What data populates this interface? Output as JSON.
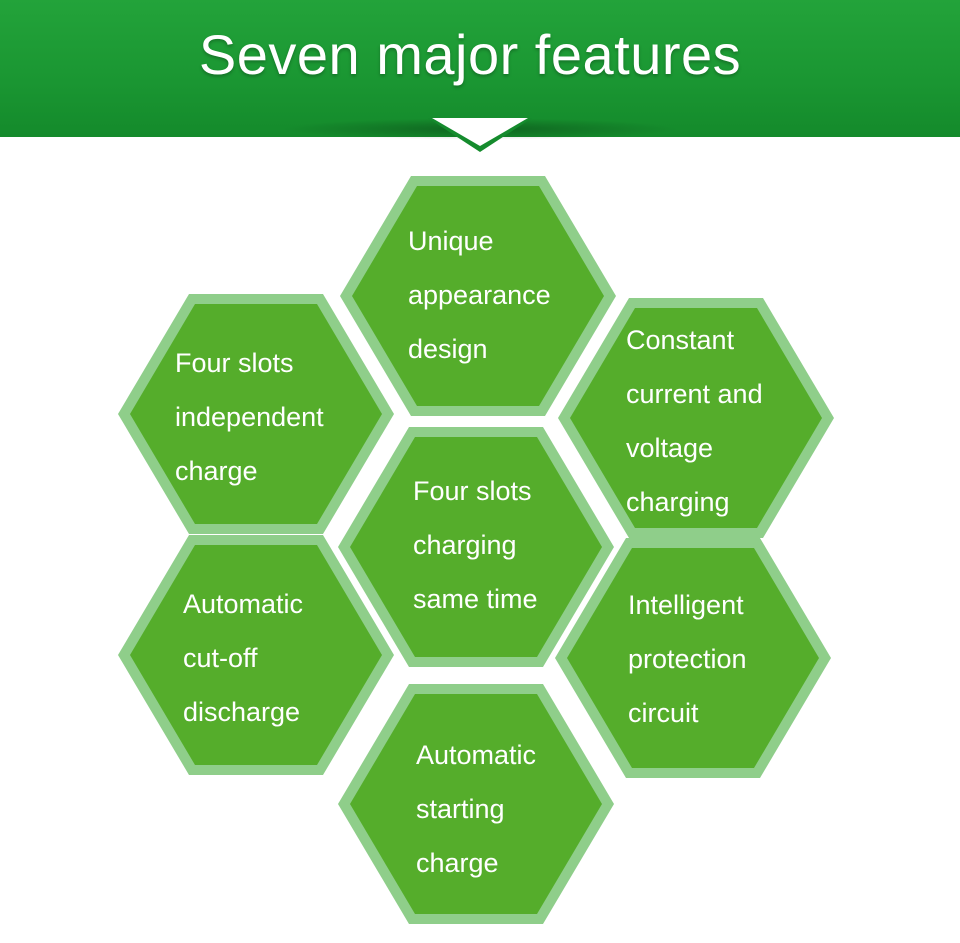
{
  "header": {
    "title": "Seven major features"
  },
  "colors": {
    "banner": "#1a9632",
    "hex_border": "#8fce8a",
    "hex_fill": "#55ad2b",
    "text": "#ffffff"
  },
  "features": [
    {
      "id": "top",
      "text": "Unique\nappearance\ndesign"
    },
    {
      "id": "upper-left",
      "text": "Four slots\nindependent\ncharge"
    },
    {
      "id": "upper-right",
      "text": "Constant\ncurrent and\nvoltage\n charging"
    },
    {
      "id": "center",
      "text": "Four slots\ncharging\nsame time"
    },
    {
      "id": "lower-left",
      "text": "Automatic\ncut-off\ndischarge"
    },
    {
      "id": "lower-right",
      "text": "Intelligent\nprotection\ncircuit"
    },
    {
      "id": "bottom",
      "text": "Automatic\nstarting\ncharge"
    }
  ]
}
